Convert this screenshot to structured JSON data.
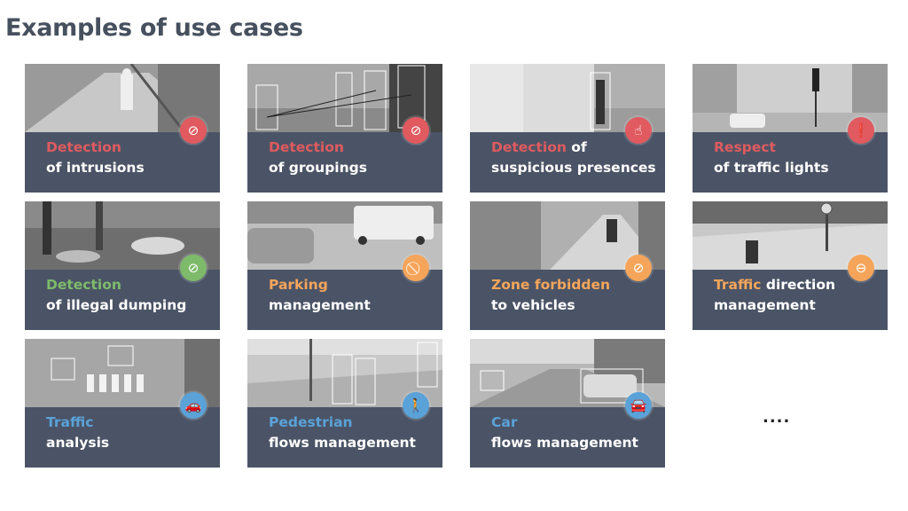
{
  "title": "Examples of use cases",
  "more": "....",
  "colors": {
    "red": "#e05a5f",
    "green": "#7dbb6a",
    "orange": "#f5a55a",
    "blue": "#5aa2d8",
    "panel": "#4b5466"
  },
  "cards": [
    {
      "highlight": "Detection",
      "highlight_rest": "",
      "line2": "of intrusions",
      "color": "red",
      "icon": "no-climbing-icon",
      "glyph": "⊘"
    },
    {
      "highlight": "Detection",
      "highlight_rest": "",
      "line2": "of groupings",
      "color": "red",
      "icon": "no-group-icon",
      "glyph": "⊘"
    },
    {
      "highlight": "Detection",
      "highlight_rest": " of",
      "line2": "suspicious presences",
      "color": "red",
      "icon": "person-alert-icon",
      "glyph": "☝"
    },
    {
      "highlight": "Respect",
      "highlight_rest": "",
      "line2": "of traffic lights",
      "color": "red",
      "icon": "traffic-light-icon",
      "glyph": "❗"
    },
    {
      "highlight": "Detection",
      "highlight_rest": "",
      "line2": "of illegal dumping",
      "color": "green",
      "icon": "no-dumping-icon",
      "glyph": "⊘"
    },
    {
      "highlight": "Parking",
      "highlight_rest": "",
      "line2": "management",
      "color": "orange",
      "icon": "no-parking-icon",
      "glyph": "⃠"
    },
    {
      "highlight": "Zone forbidden",
      "highlight_rest": "",
      "line2": "to vehicles",
      "color": "orange",
      "icon": "no-vehicles-icon",
      "glyph": "⊘"
    },
    {
      "highlight": "Traffic",
      "highlight_rest": " direction",
      "line2": "management",
      "color": "orange",
      "icon": "no-entry-icon",
      "glyph": "⊖"
    },
    {
      "highlight": "Traffic",
      "highlight_rest": "",
      "line2": "analysis",
      "color": "blue",
      "icon": "car-icon",
      "glyph": "🚗"
    },
    {
      "highlight": "Pedestrian",
      "highlight_rest": "",
      "line2": "flows management",
      "color": "blue",
      "icon": "pedestrian-counter-icon",
      "glyph": "🚶"
    },
    {
      "highlight": "Car",
      "highlight_rest": "",
      "line2": "flows management",
      "color": "blue",
      "icon": "car-counter-icon",
      "glyph": "🚘"
    }
  ]
}
